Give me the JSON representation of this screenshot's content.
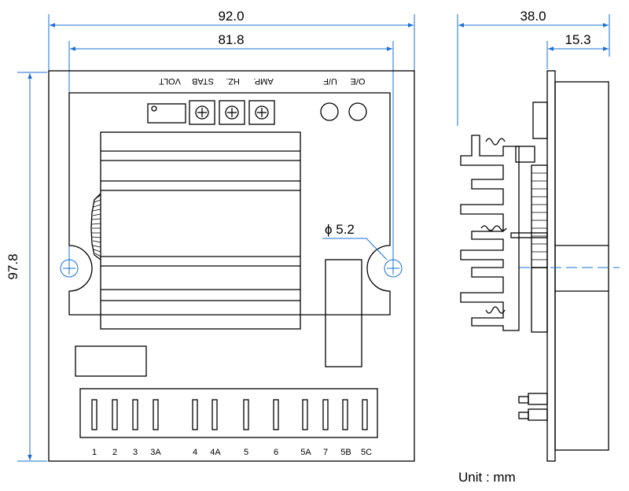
{
  "dimensions": {
    "overall_width": "92.0",
    "hole_spacing": "81.8",
    "overall_height": "97.8",
    "side_depth": "38.0",
    "side_pcb_depth": "15.3",
    "hole_diameter": "ϕ 5.2"
  },
  "labels": {
    "volt": "VOLT",
    "stab": "STAB",
    "hz": "HZ.",
    "amp": "AMP.",
    "uf": "U/F",
    "oe": "O/E"
  },
  "terminals": [
    "1",
    "2",
    "3",
    "3A",
    "4",
    "4A",
    "5",
    "6",
    "5A",
    "7",
    "5B",
    "5C"
  ],
  "unit": "Unit : mm",
  "colors": {
    "dimension": "#1a6fd6",
    "outline": "#000000",
    "heatsink": "#c8c8c8"
  }
}
